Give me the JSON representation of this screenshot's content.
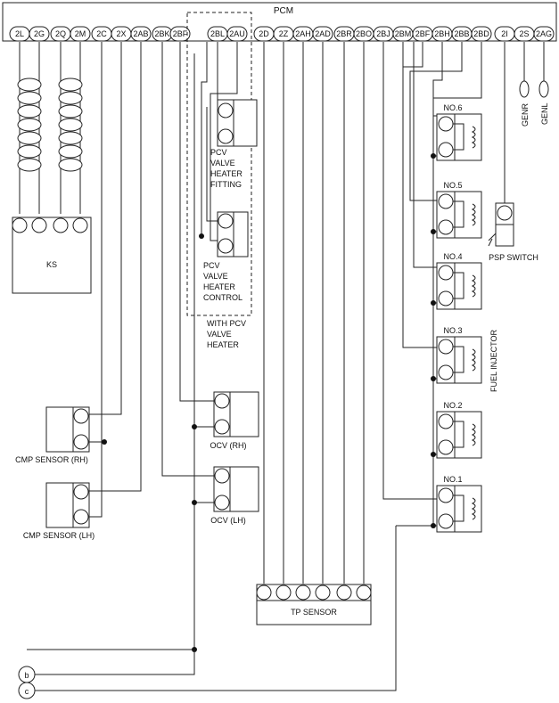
{
  "pcm": {
    "title": "PCM",
    "pins": [
      "2L",
      "2G",
      "2Q",
      "2M",
      "2C",
      "2X",
      "2AB",
      "2BK",
      "2BF",
      "2BL",
      "2AU",
      "2D",
      "2Z",
      "2AH",
      "2AD",
      "2BR",
      "2BO",
      "2BJ",
      "2BM",
      "2BF",
      "2BH",
      "2BB",
      "2BD",
      "2I",
      "2S",
      "2AG"
    ]
  },
  "components": {
    "ks": "KS",
    "pcv_fitting": [
      "PCV",
      "VALVE",
      "HEATER",
      "FITTING"
    ],
    "pcv_control": [
      "PCV",
      "VALVE",
      "HEATER",
      "CONTROL"
    ],
    "with_pcv": [
      "WITH PCV",
      "VALVE",
      "HEATER"
    ],
    "cmp_rh": "CMP SENSOR (RH)",
    "cmp_lh": "CMP SENSOR (LH)",
    "ocv_rh": "OCV (RH)",
    "ocv_lh": "OCV (LH)",
    "tp_sensor": "TP SENSOR",
    "psp_switch": "PSP SWITCH",
    "genr": "GENR",
    "genl": "GENL",
    "fuel_injector": "FUEL INJECTOR",
    "injectors": [
      "NO.6",
      "NO.5",
      "NO.4",
      "NO.3",
      "NO.2",
      "NO.1"
    ]
  },
  "connectors": {
    "b": "b",
    "c": "c"
  }
}
